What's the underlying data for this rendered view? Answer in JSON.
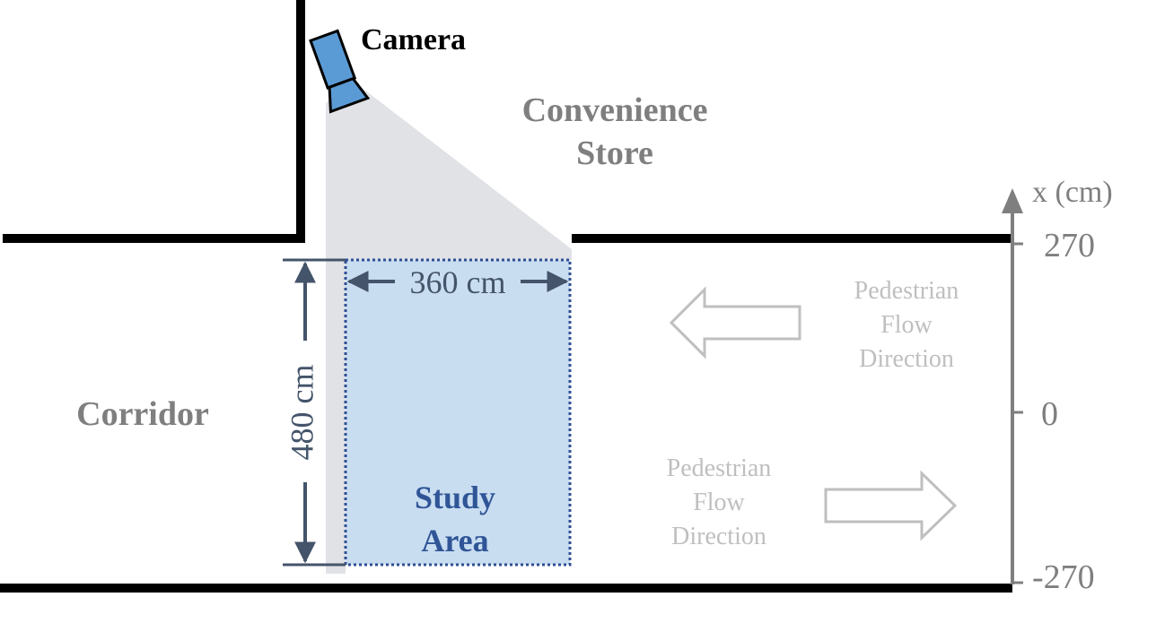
{
  "labels": {
    "camera": "Camera",
    "store_line1": "Convenience",
    "store_line2": "Store",
    "corridor": "Corridor",
    "study_line1": "Study",
    "study_line2": "Area",
    "width_dim": "360 cm",
    "height_dim": "480 cm"
  },
  "flow_left": {
    "line1": "Pedestrian",
    "line2": "Flow",
    "line3": "Direction"
  },
  "flow_right": {
    "line1": "Pedestrian",
    "line2": "Flow",
    "line3": "Direction"
  },
  "axis": {
    "label": "x (cm)",
    "ticks": [
      "270",
      "0",
      "-270"
    ]
  },
  "colors": {
    "wall": "#000000",
    "camera_fill": "#5b9bd5",
    "fov": "#e0e2e6",
    "study_fill": "#c9ddf1",
    "study_border": "#2f4f94",
    "study_text": "#2f5597",
    "dim": "#44546a",
    "gray_text": "#7f7f7f",
    "flow_gray": "#bfbfbf",
    "axis": "#7f7f7f"
  },
  "icons": {
    "camera": "camera-icon",
    "flow_left": "arrow-left-icon",
    "flow_right": "arrow-right-icon",
    "axis_arrow": "arrow-up-icon"
  }
}
